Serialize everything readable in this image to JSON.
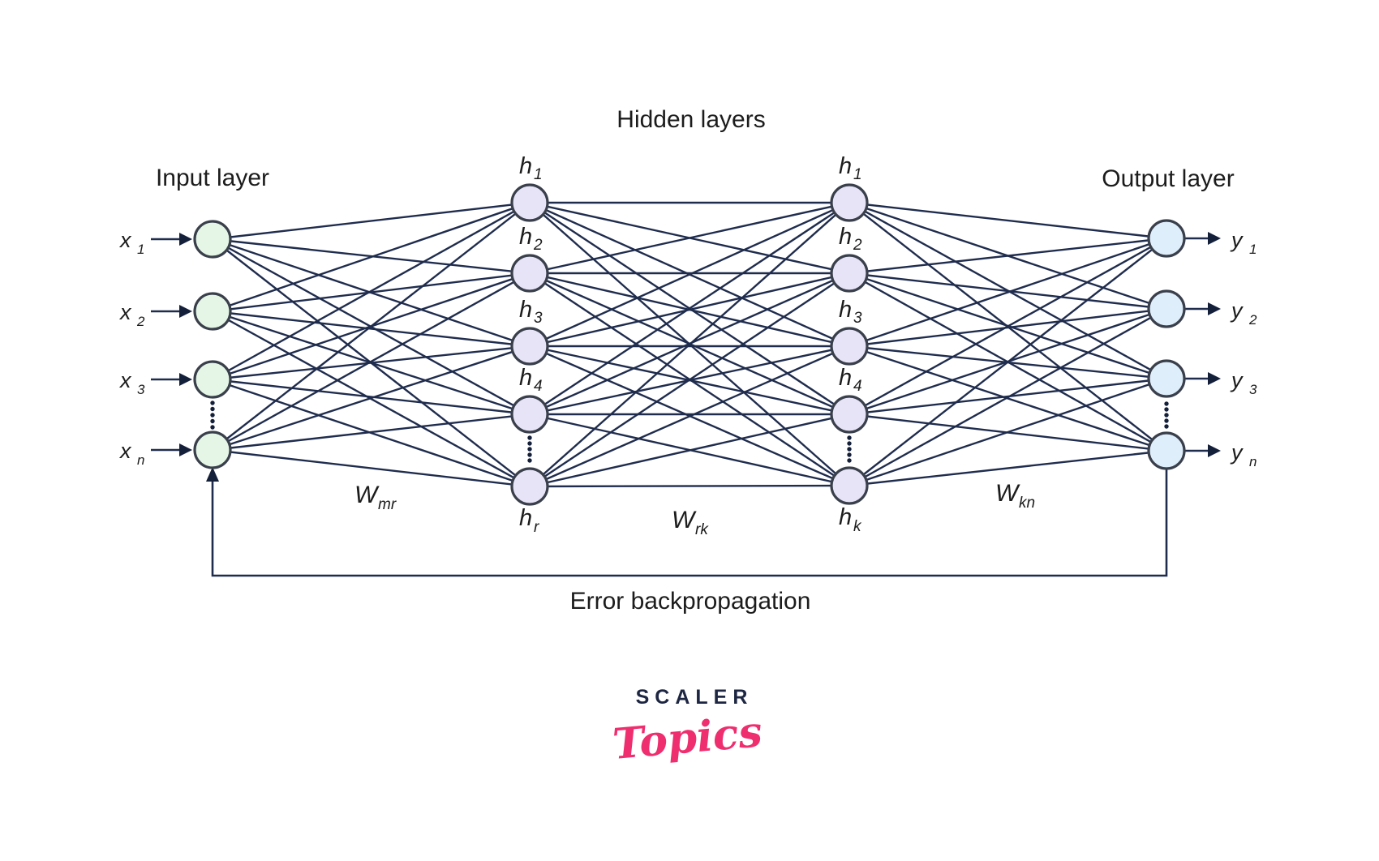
{
  "titles": {
    "input_layer": "Input layer",
    "hidden_layers": "Hidden layers",
    "output_layer": "Output layer",
    "error_backpropagation": "Error backpropagation"
  },
  "input_layer": {
    "nodes": [
      {
        "base": "x",
        "sub": "1"
      },
      {
        "base": "x",
        "sub": "2"
      },
      {
        "base": "x",
        "sub": "3"
      },
      {
        "base": "x",
        "sub": "n"
      }
    ]
  },
  "hidden_layer_1": {
    "nodes": [
      {
        "base": "h",
        "sub": "1"
      },
      {
        "base": "h",
        "sub": "2"
      },
      {
        "base": "h",
        "sub": "3"
      },
      {
        "base": "h",
        "sub": "4"
      },
      {
        "base": "h",
        "sub": "r"
      }
    ]
  },
  "hidden_layer_2": {
    "nodes": [
      {
        "base": "h",
        "sub": "1"
      },
      {
        "base": "h",
        "sub": "2"
      },
      {
        "base": "h",
        "sub": "3"
      },
      {
        "base": "h",
        "sub": "4"
      },
      {
        "base": "h",
        "sub": "k"
      }
    ]
  },
  "output_layer": {
    "nodes": [
      {
        "base": "y",
        "sub": "1"
      },
      {
        "base": "y",
        "sub": "2"
      },
      {
        "base": "y",
        "sub": "3"
      },
      {
        "base": "y",
        "sub": "n"
      }
    ]
  },
  "weights": [
    {
      "base": "W",
      "sub": "mr"
    },
    {
      "base": "W",
      "sub": "rk"
    },
    {
      "base": "W",
      "sub": "kn"
    }
  ],
  "logo": {
    "brand": "SCALER",
    "script": "Topics"
  },
  "colors": {
    "edge": "#1f2c4d",
    "arrow": "#141f3a",
    "node_stroke": "#3a404b",
    "input_fill": "#e5f6e6",
    "hidden_fill": "#e8e4f8",
    "output_fill": "#dfeefb",
    "text": "#1c1c1c",
    "logo_navy": "#1d2642",
    "logo_pink": "#ee2e6e"
  }
}
